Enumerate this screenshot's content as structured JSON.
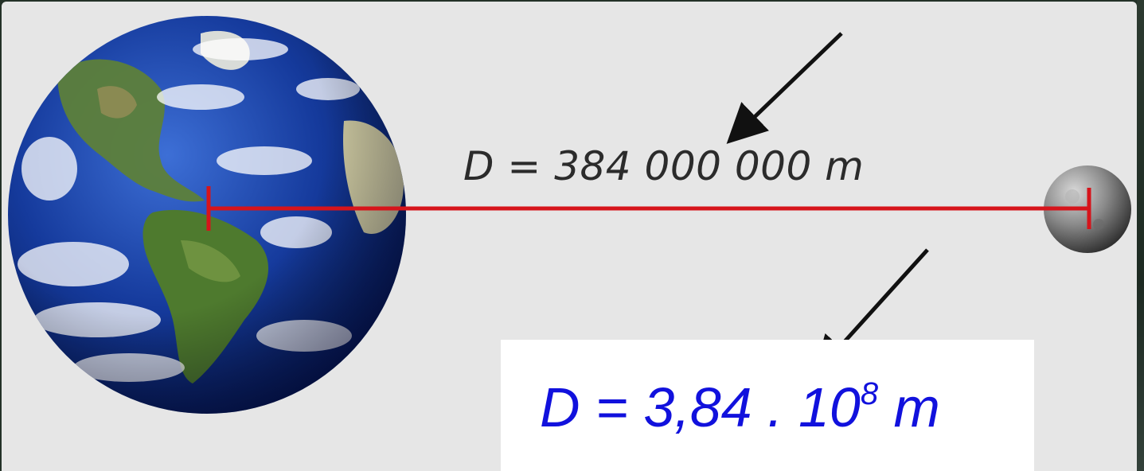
{
  "distance_decimal": {
    "prefix": "D = ",
    "value": "384 000 000",
    "unit": " m"
  },
  "distance_scientific": {
    "prefix": "D = ",
    "mantissa": "3,84",
    "operator": " . ",
    "base": "10",
    "exponent": "8",
    "unit": " m"
  },
  "colors": {
    "measure_line": "#d6141b",
    "scientific_text": "#1111dd",
    "background": "#e6e6e6",
    "arrow": "#111111"
  },
  "icons": {
    "earth": "earth-globe",
    "moon": "moon-sphere"
  }
}
